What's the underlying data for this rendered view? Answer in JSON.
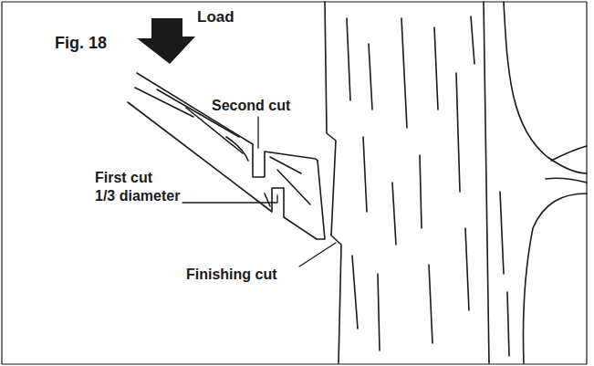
{
  "diagram": {
    "labels": [
      "Fig. 18",
      "Load",
      "Second cut",
      "First cut",
      "1/3 diameter",
      "Finishing cut"
    ]
  }
}
